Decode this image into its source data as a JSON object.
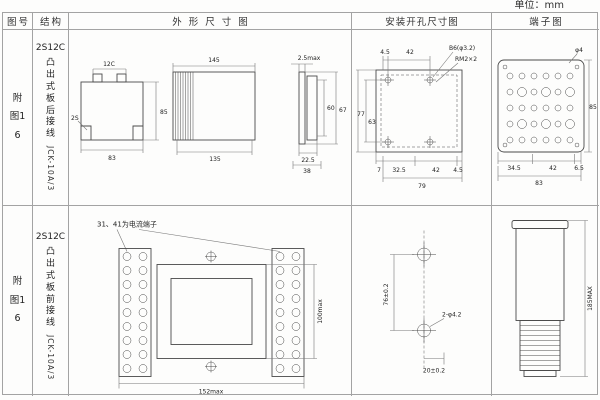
{
  "unit_label": "单位：mm",
  "headers": {
    "fig": "图号",
    "structure": "结构",
    "outline": "外形尺寸图",
    "mounting": "安装开孔尺寸图",
    "terminal": "端子图"
  },
  "rows": [
    {
      "fig": "附图16",
      "model": "2S12C",
      "desc": "凸出式板后接线",
      "code": "JCK-10A/3",
      "outline": {
        "d12c": "12C",
        "d2s": "2S",
        "d83": "83",
        "d85": "85",
        "d145": "145",
        "d135": "135",
        "d25max": "2.5max",
        "d60": "60",
        "d67": "67",
        "d225": "22.5",
        "d38": "38"
      },
      "mounting": {
        "d45_top": "4.5",
        "d42_top": "42",
        "b6": "B6(φ3.2)",
        "rm2": "RM2×2",
        "d77": "77",
        "d63": "63",
        "d7": "7",
        "d325": "32.5",
        "d42_bottom": "42",
        "d45_bottom": "4.5",
        "d79": "79"
      },
      "terminal": {
        "phi4": "φ4",
        "d345": "34.5",
        "d42": "42",
        "d65": "6.5",
        "d83": "83",
        "d85": "85"
      }
    },
    {
      "fig": "附图16",
      "model": "2S12C",
      "desc": "凸出式板前接线",
      "code": "JCK-10A/3",
      "outline": {
        "note": "31、41为电流端子",
        "d152": "152max",
        "d100": "100max"
      },
      "mounting": {
        "d76": "76±0.2",
        "phi42": "2-φ4.2",
        "d20": "20±0.2"
      },
      "terminal": {
        "d185": "185MAX"
      }
    }
  ]
}
